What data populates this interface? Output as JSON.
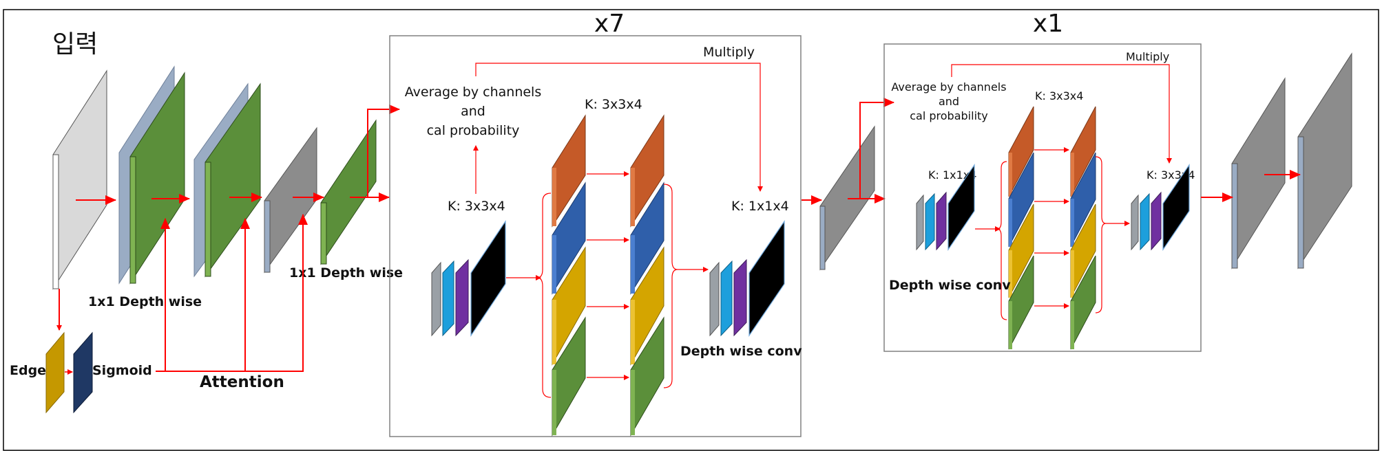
{
  "labels": {
    "input": "입력",
    "x7": "x7",
    "x1": "x1",
    "multiply": "Multiply",
    "average_line1": "Average by channels",
    "average_line2": "and",
    "average_line3": "cal probability",
    "k_3x3x4": "K: 3x3x4",
    "k_1x1x4": "K: 1x1x4",
    "depth_wise_conv": "Depth wise conv",
    "one_by_one_depth_wise": "1x1 Depth wise",
    "edge": "Edge",
    "sigmoid": "Sigmoid",
    "attention": "Attention"
  },
  "colors": {
    "arrow": "#ff0000",
    "input_face": "#d9d9d9",
    "feature_green": "#5b8f3a",
    "feature_gray": "#8c8c8c",
    "slab_blue_gray": "#9aacc4",
    "kernel_gray": "#9aa0a6",
    "kernel_cyan": "#1d9fdc",
    "kernel_blue": "#2e75b6",
    "kernel_purple": "#7030a0",
    "kernel_black": "#000000",
    "orange": "#c55a28",
    "blue": "#2f5faa",
    "yellow": "#d4a500",
    "green": "#5b8f3a",
    "edge_gold": "#c59800",
    "sigmoid_navy": "#1f3864"
  }
}
